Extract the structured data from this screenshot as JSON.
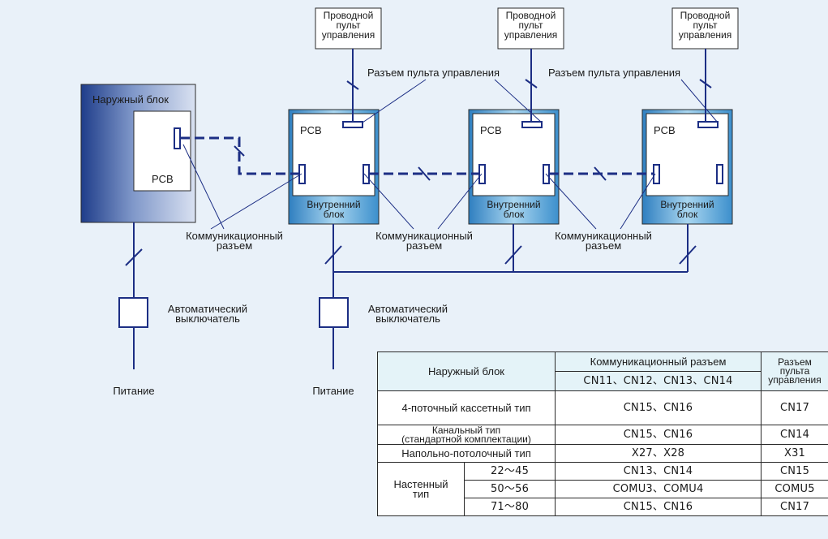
{
  "diagram": {
    "controllers": [
      {
        "line1": "Проводной",
        "line2": "пульт",
        "line3": "управления"
      },
      {
        "line1": "Проводной",
        "line2": "пульт",
        "line3": "управления"
      },
      {
        "line1": "Проводной",
        "line2": "пульт",
        "line3": "управления"
      }
    ],
    "outdoor_unit_label": "Наружный блок",
    "pcb_label": "PCB",
    "indoor_unit_label_line1": "Внутренний",
    "indoor_unit_label_line2": "блок",
    "controller_connector_label": "Разъем пульта управления",
    "comm_connector_label_line1": "Коммуникационный",
    "comm_connector_label_line2": "разъем",
    "breaker_label_line1": "Автоматический",
    "breaker_label_line2": "выключатель",
    "power_label": "Питание",
    "colors": {
      "line": "#1c2e84",
      "frame": "#2a2a2a",
      "background": "#e9f1f9",
      "table_header": "#e4f3f8"
    }
  },
  "table": {
    "header": {
      "col1": "Наружный блок",
      "col2": "Коммуникационный разъем",
      "col2_sub": "CN11、CN12、CN13、CN14",
      "col3_line1": "Разъем",
      "col3_line2": "пульта",
      "col3_line3": "управления"
    },
    "rows": [
      {
        "type": "4-поточный кассетный тип",
        "comm": "CN15、CN16",
        "ctrl": "CN17"
      },
      {
        "type_line1": "Канальный тип",
        "type_line2": "(стандартной комплектации)",
        "comm": "CN15、CN16",
        "ctrl": "CN14"
      },
      {
        "type": "Напольно-потолочный тип",
        "comm": "X27、X28",
        "ctrl": "X31"
      }
    ],
    "wall": {
      "type_line1": "Настенный",
      "type_line2": "тип",
      "rows": [
        {
          "range": "22～45",
          "comm": "CN13、CN14",
          "ctrl": "CN15"
        },
        {
          "range": "50～56",
          "comm": "COMU3、COMU4",
          "ctrl": "COMU5"
        },
        {
          "range": "71～80",
          "comm": "CN15、CN16",
          "ctrl": "CN17"
        }
      ]
    }
  }
}
